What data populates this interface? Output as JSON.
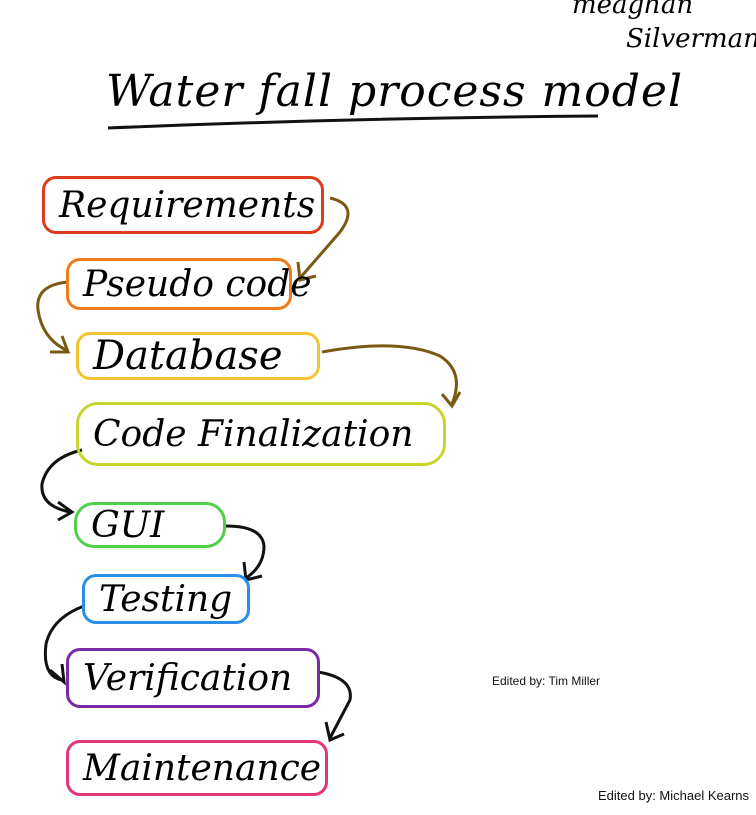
{
  "author": {
    "line1": "meaghan",
    "line2": "Silverman"
  },
  "title": "Water fall process model",
  "steps": [
    {
      "label": "Requirements",
      "color": "#dd3a1e"
    },
    {
      "label": "Pseudo code",
      "color": "#f07a1c"
    },
    {
      "label": "Database",
      "color": "#f4c430"
    },
    {
      "label": "Code Finalization",
      "color": "#c6d42e"
    },
    {
      "label": "GUI",
      "color": "#4fcf4a"
    },
    {
      "label": "Testing",
      "color": "#2a8ee8"
    },
    {
      "label": "Verification",
      "color": "#7a2aa8"
    },
    {
      "label": "Maintenance",
      "color": "#e0367e"
    }
  ],
  "arrow_colors": {
    "brown": "#7a5a12",
    "black": "#111111"
  },
  "edit_notes": {
    "tim": "Edited by: Tim Miller",
    "michael": "Edited by: Michael Kearns"
  }
}
